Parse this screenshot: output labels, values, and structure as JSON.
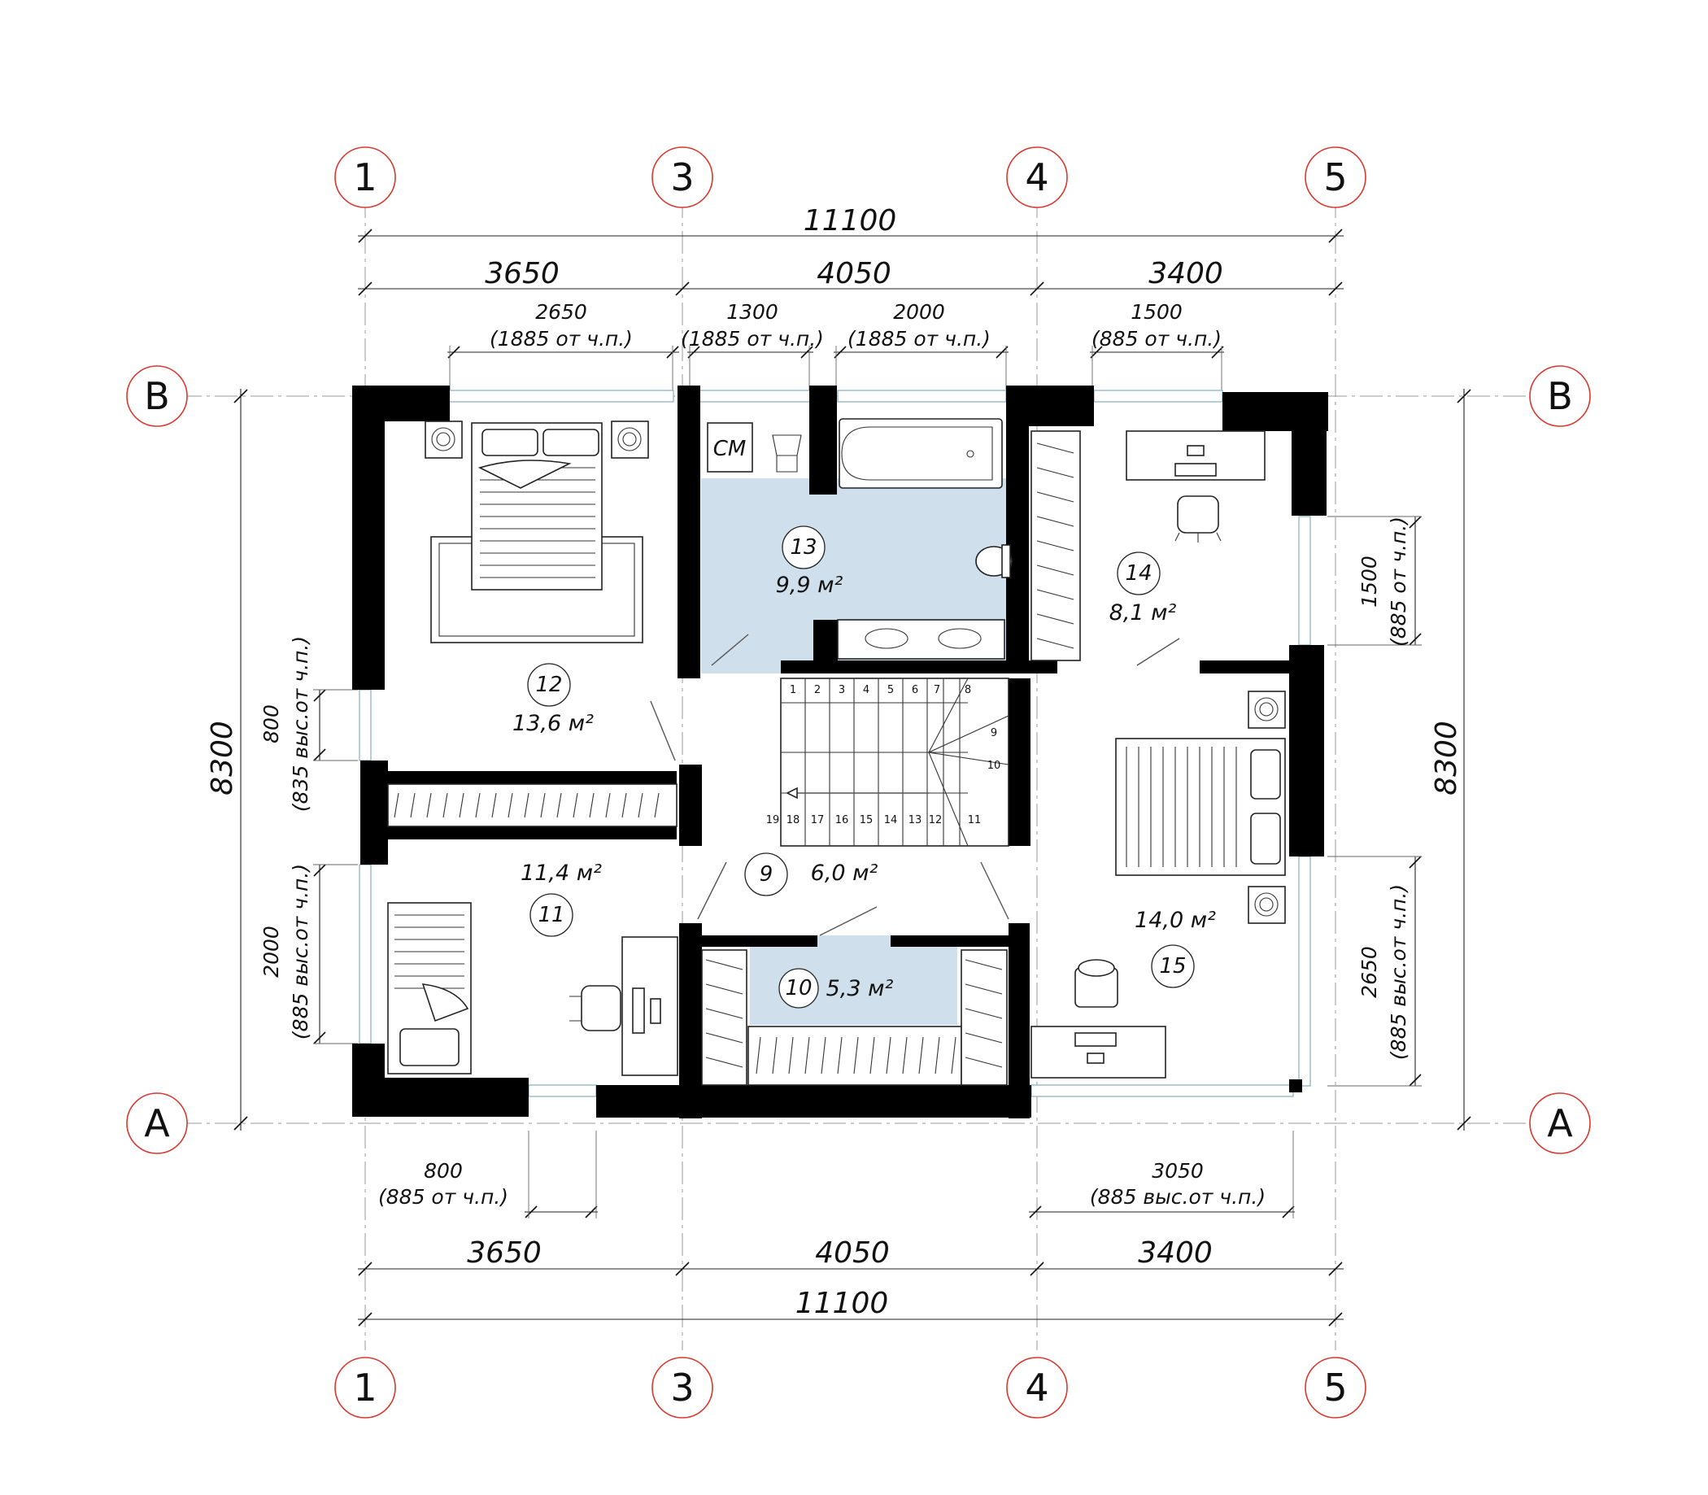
{
  "axes": {
    "vertical": [
      "1",
      "3",
      "4",
      "5"
    ],
    "horizontal": [
      "В",
      "А"
    ]
  },
  "dimensions": {
    "overall_width": "11100",
    "bays": [
      "3650",
      "4050",
      "3400"
    ],
    "overall_height": "8300",
    "top_windows": [
      {
        "value": "2650",
        "note": "(1885 от ч.п.)"
      },
      {
        "value": "1300",
        "note": "(1885 от ч.п.)"
      },
      {
        "value": "2000",
        "note": "(1885 от ч.п.)"
      },
      {
        "value": "1500",
        "note": "(885 от ч.п.)"
      }
    ],
    "left_windows": [
      {
        "value": "800",
        "note": "(835 выс.от ч.п.)"
      },
      {
        "value": "2000",
        "note": "(885 выс.от ч.п.)"
      }
    ],
    "right_windows": [
      {
        "value": "1500",
        "note": "(885 от ч.п.)"
      },
      {
        "value": "2650",
        "note": "(885 выс.от ч.п.)"
      }
    ],
    "bottom_windows": [
      {
        "value": "800",
        "note": "(885 от ч.п.)"
      },
      {
        "value": "3050",
        "note": "(885 выс.от ч.п.)"
      }
    ]
  },
  "rooms": [
    {
      "number": "9",
      "area": "6,0 м²"
    },
    {
      "number": "10",
      "area": "5,3 м²"
    },
    {
      "number": "11",
      "area": "11,4 м²"
    },
    {
      "number": "12",
      "area": "13,6 м²"
    },
    {
      "number": "13",
      "area": "9,9 м²"
    },
    {
      "number": "14",
      "area": "8,1 м²"
    },
    {
      "number": "15",
      "area": "14,0 м²"
    }
  ],
  "fixtures": {
    "washing_machine": "СМ"
  },
  "stairs": {
    "steps_top": [
      "1",
      "2",
      "3",
      "4",
      "5",
      "6",
      "7",
      "8"
    ],
    "steps_side": [
      "9",
      "10"
    ],
    "steps_bottom": [
      "19",
      "18",
      "17",
      "16",
      "15",
      "14",
      "13",
      "12",
      "11"
    ]
  },
  "colors": {
    "wall": "#000000",
    "wet_room_fill": "#cfe0ec",
    "axis_circle": "#d9382f",
    "window_glass": "#8fb3c2"
  }
}
